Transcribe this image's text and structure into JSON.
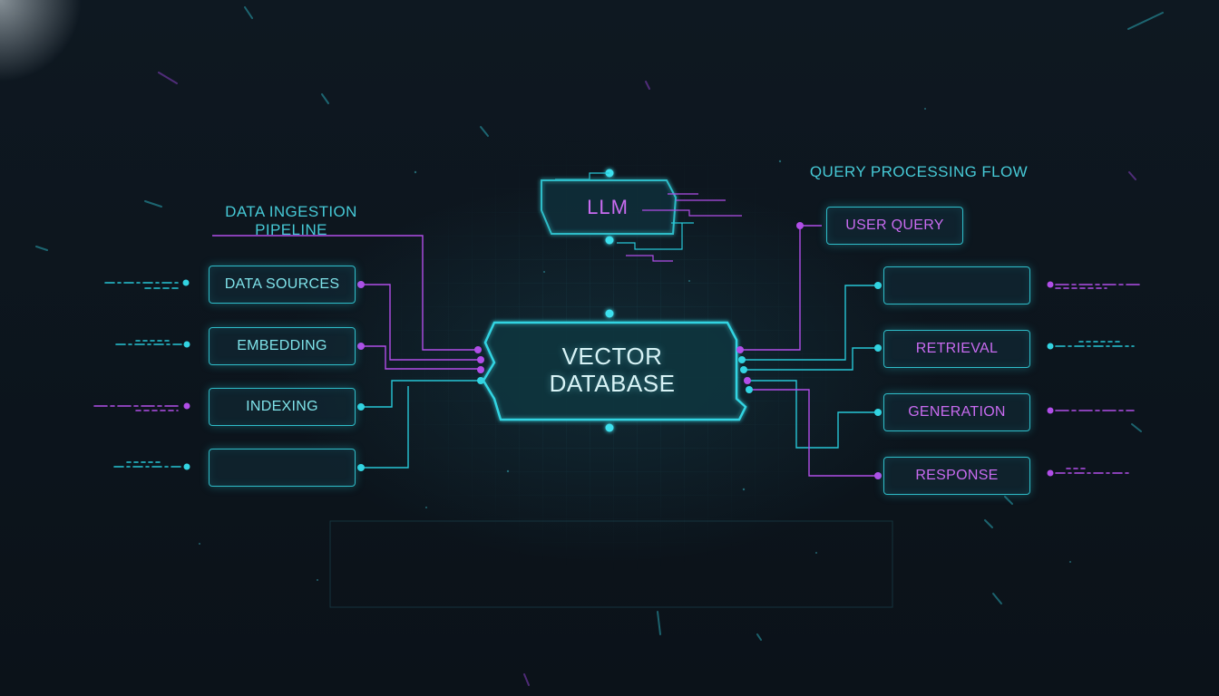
{
  "colors": {
    "background": "#0c141c",
    "cyan": "#2fbcc8",
    "magenta": "#b14ee8",
    "center_text": "#d8f3f6"
  },
  "left_section": {
    "title_line1": "DATA INGESTION",
    "title_line2": "PIPELINE",
    "nodes": [
      "DATA SOURCES",
      "EMBEDDING",
      "INDEXING",
      ""
    ]
  },
  "right_section": {
    "title": "QUERY PROCESSING FLOW",
    "nodes": [
      "USER QUERY",
      "",
      "RETRIEVAL",
      "GENERATION",
      "RESPONSE"
    ]
  },
  "center": {
    "line1": "VECTOR",
    "line2": "DATABASE"
  },
  "top": {
    "label": "LLM"
  }
}
